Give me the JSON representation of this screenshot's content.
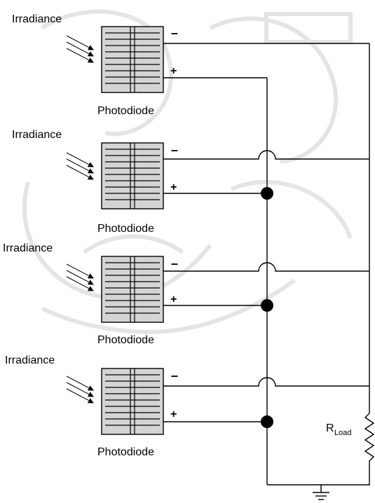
{
  "panels": [
    {
      "irradiance_label": "Irradiance",
      "photodiode_label": "Photodiode",
      "minus": "–",
      "plus": "+"
    },
    {
      "irradiance_label": "Irradiance",
      "photodiode_label": "Photodiode",
      "minus": "–",
      "plus": "+"
    },
    {
      "irradiance_label": "Irradiance",
      "photodiode_label": "Photodiode",
      "minus": "–",
      "plus": "+"
    },
    {
      "irradiance_label": "Irradiance",
      "photodiode_label": "Photodiode",
      "minus": "–",
      "plus": "+"
    }
  ],
  "load": {
    "symbol": "R",
    "subscript": "Load"
  },
  "colors": {
    "wire": "#000000",
    "cell_fill": "#d4d4d4",
    "watermark": "#c8c8c8"
  }
}
